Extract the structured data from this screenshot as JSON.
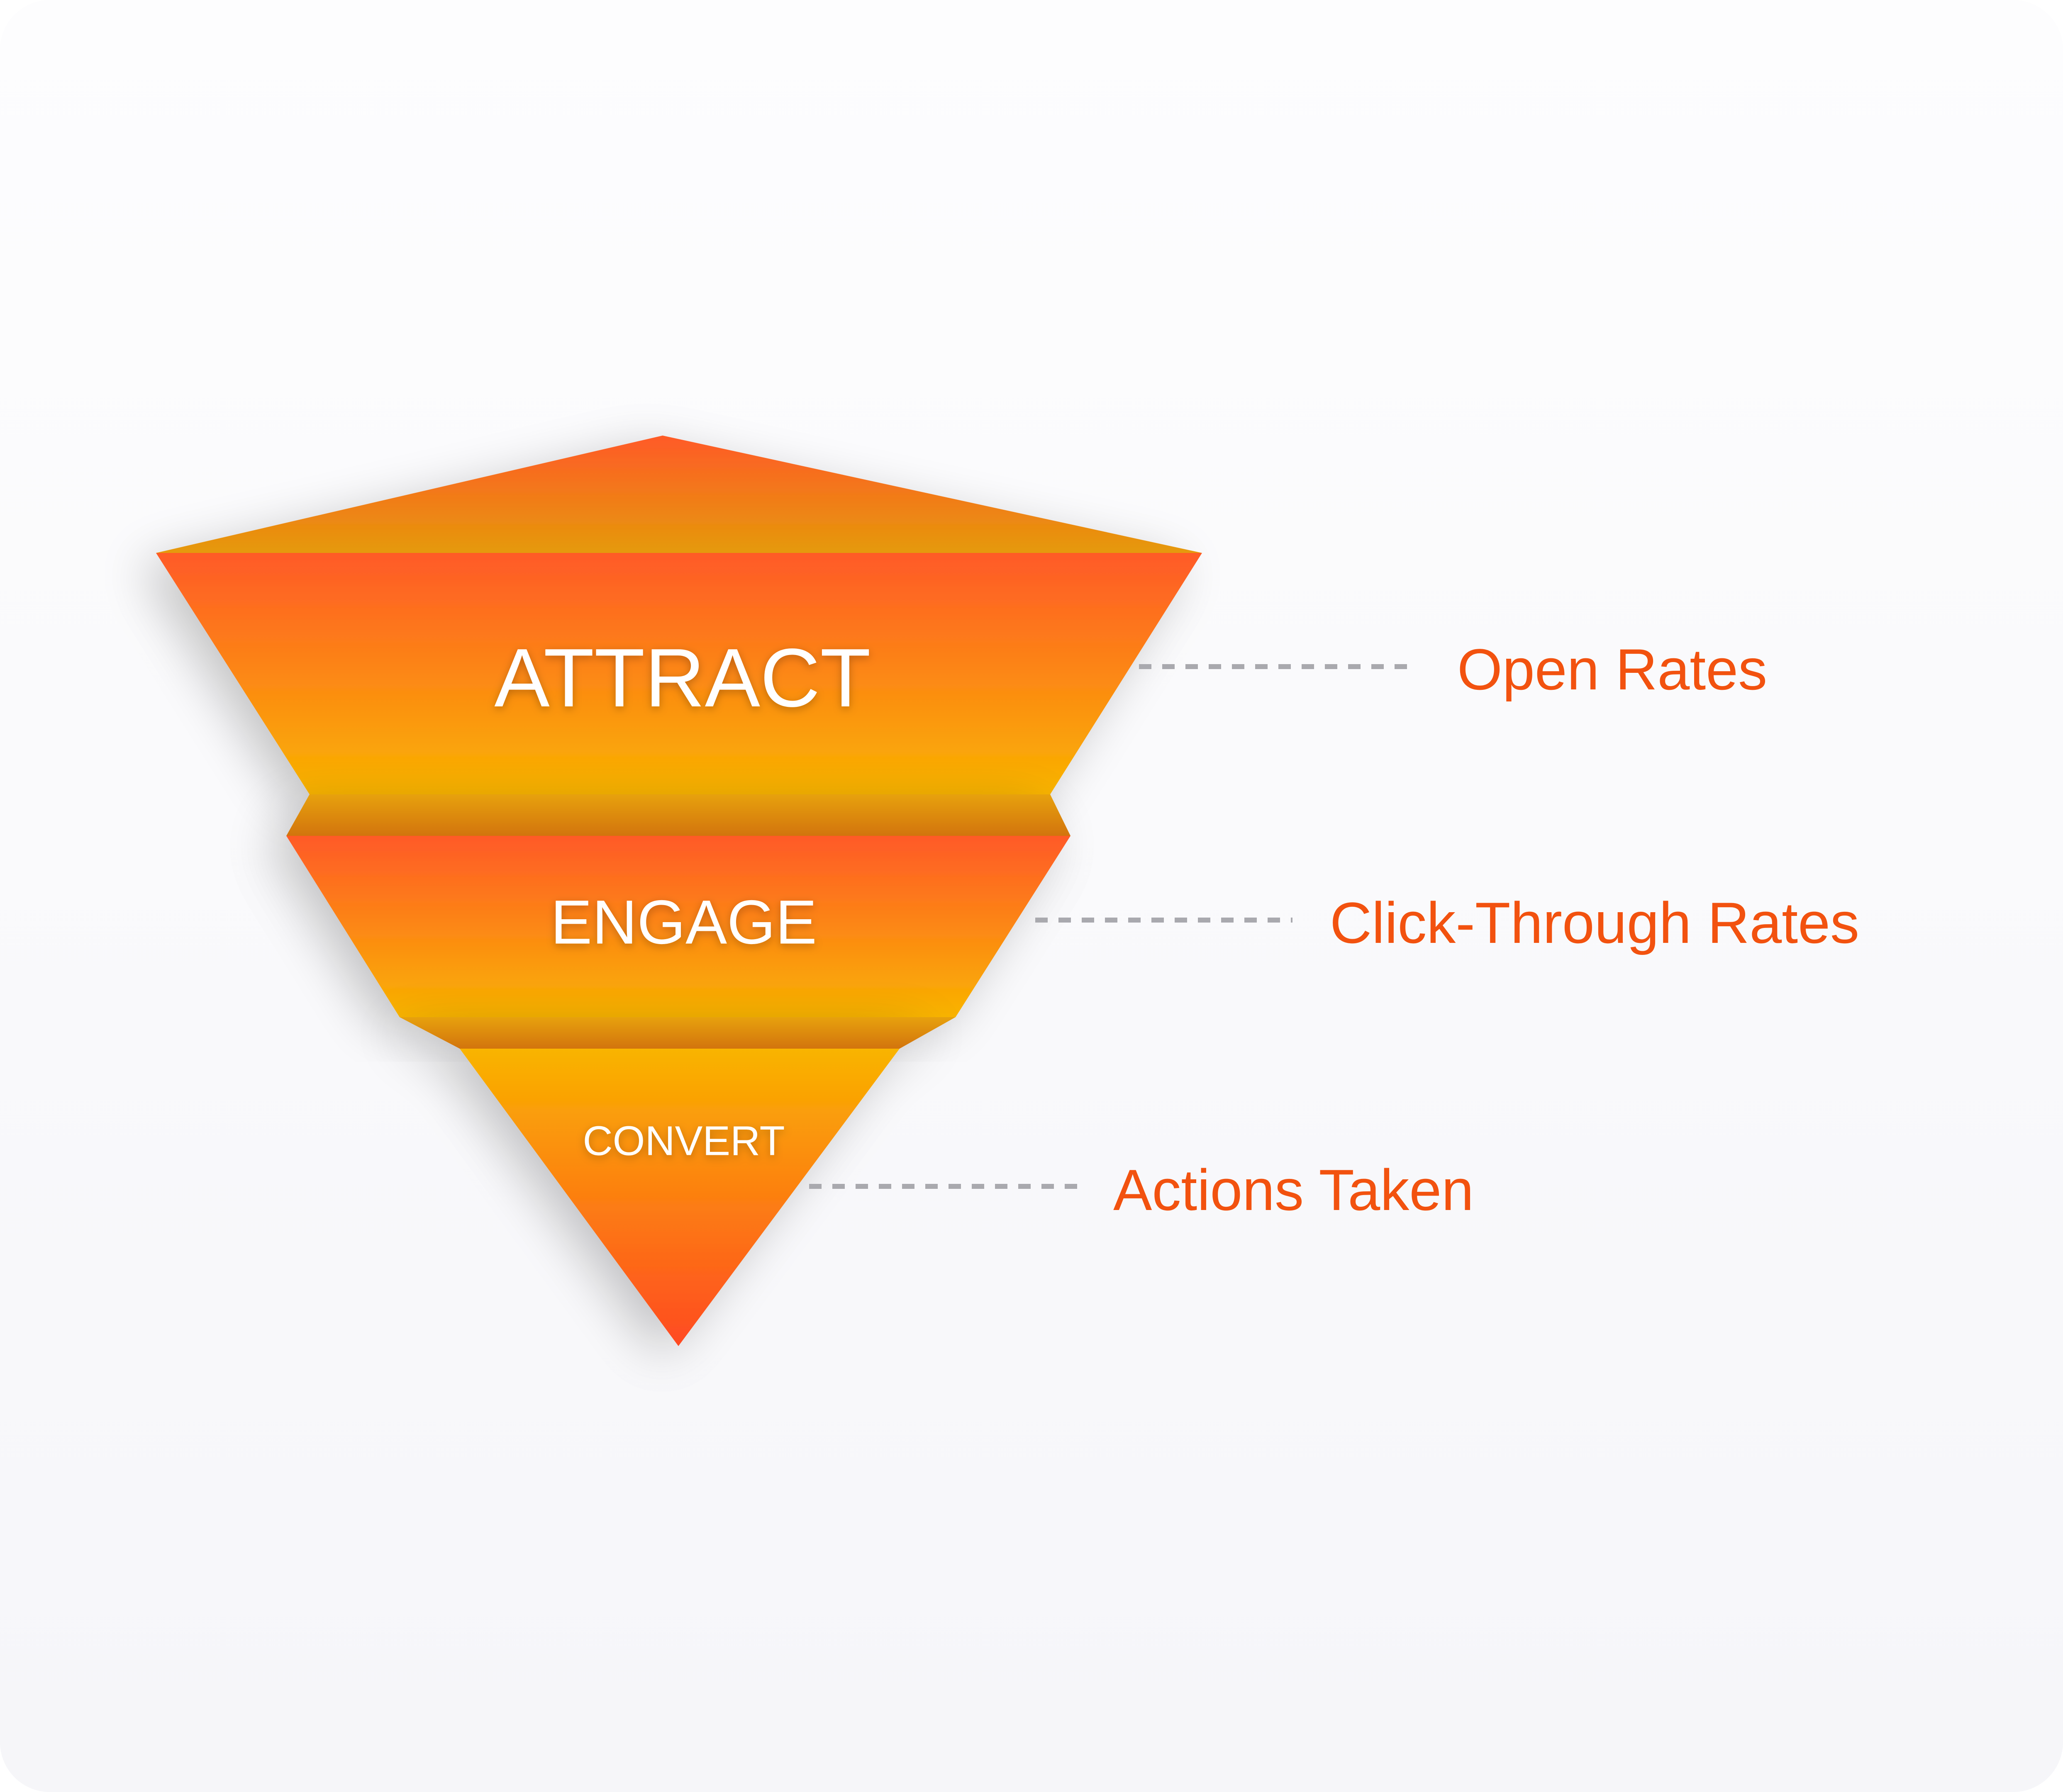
{
  "colors": {
    "background": "#f8f8fb",
    "funnel_top": "#ff5a28",
    "funnel_bottom": "#f9b400",
    "rim": "#e59a0a",
    "metric_text": "#f2520f",
    "leader_line": "#a9a9ae"
  },
  "funnel": {
    "stages": [
      {
        "label": "ATTRACT",
        "metric": "Open Rates"
      },
      {
        "label": "ENGAGE",
        "metric": "Click-Through Rates"
      },
      {
        "label": "CONVERT",
        "metric": "Actions Taken"
      }
    ]
  }
}
